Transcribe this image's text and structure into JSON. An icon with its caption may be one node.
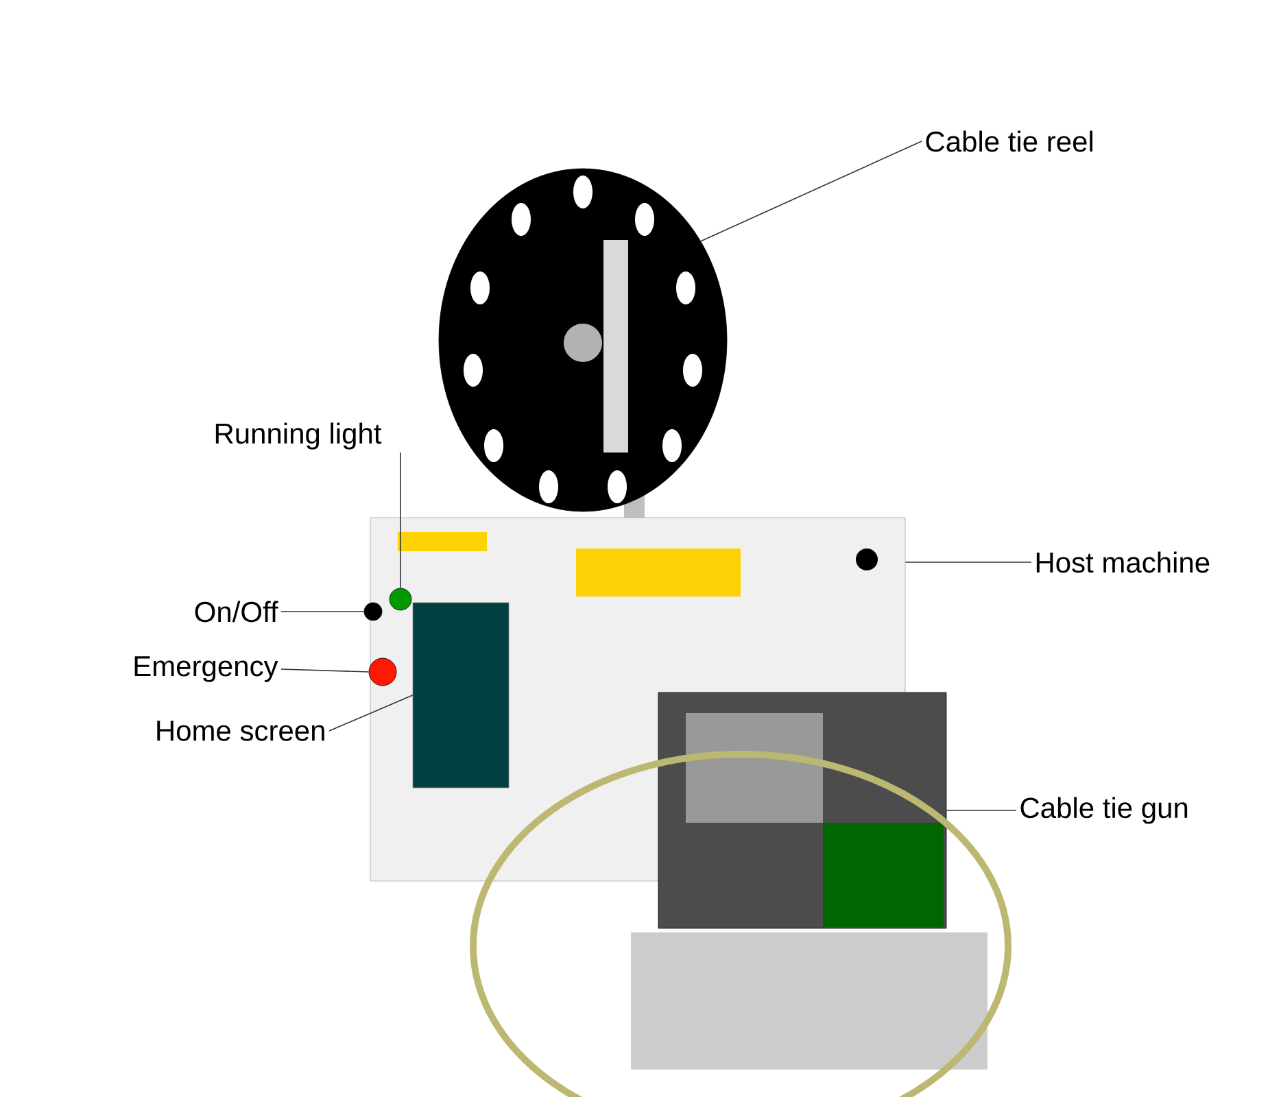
{
  "diagram": {
    "nodes": [
      {
        "text": [
          "Cable tie reel"
        ]
      },
      {
        "text": [],
        "shape": "picture"
      },
      {
        "text": [
          "Running light"
        ]
      },
      {
        "text": [],
        "shape": "picture"
      },
      {
        "text": [],
        "shape": "circle",
        "in": 3
      },
      {
        "text": [
          "On/Off"
        ]
      },
      {
        "text": [],
        "shape": "circle",
        "in": 3
      },
      {
        "text": [
          "Emergency"
        ]
      },
      {
        "text": [],
        "shape": "circle",
        "in": 3
      },
      {
        "text": [
          "Home screen"
        ]
      },
      {
        "text": [],
        "shape": "box",
        "in": 3
      },
      {
        "text": [
          "Host machine"
        ]
      },
      {
        "text": [
          "Cable tie gun"
        ]
      },
      {
        "text": [],
        "shape": "box"
      }
    ],
    "edges": [
      {
        "from": 0,
        "to": 1,
        "arrow": "none"
      },
      {
        "from": 2,
        "to": 4,
        "arrow": "none"
      },
      {
        "from": 5,
        "to": 6,
        "arrow": "none"
      },
      {
        "from": 7,
        "to": 8,
        "arrow": "none"
      },
      {
        "from": 9,
        "to": 10,
        "arrow": "none"
      },
      {
        "from": 11,
        "to": 3,
        "arrow": "none"
      },
      {
        "from": 12,
        "to": 13,
        "arrow": "none"
      }
    ]
  }
}
